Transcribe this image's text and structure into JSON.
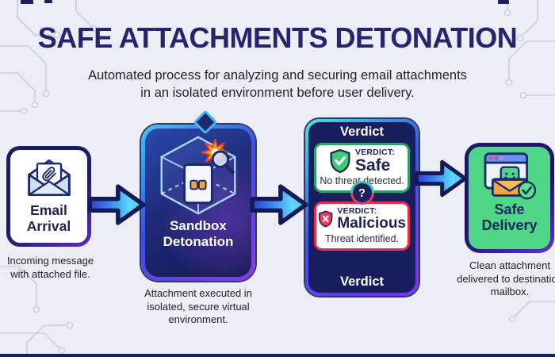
{
  "header": {
    "title": "SAFE ATTACHMENTS DETONATION",
    "subtitle_line1": "Automated process for analyzing and securing email attachments",
    "subtitle_line2": "in an isolated environment before user delivery."
  },
  "steps": {
    "email_arrival": {
      "icon": "envelope-paperclip-icon",
      "label_line1": "Email",
      "label_line2": "Arrival",
      "caption": "Incoming message with attached file."
    },
    "sandbox": {
      "icon": "sandbox-cube-icon",
      "label_line1": "Sandbox",
      "label_line2": "Detonation",
      "caption": "Attachment executed in isolated, secure virtual environment."
    },
    "verdict": {
      "header_top": "Verdict",
      "header_bottom": "Verdict",
      "divider_symbol": "?",
      "safe": {
        "icon": "shield-check-icon",
        "kicker": "VERDICT:",
        "label": "Safe",
        "description": "No threat detected."
      },
      "malicious": {
        "icon": "shield-x-icon",
        "kicker": "VERDICT:",
        "label": "Malicious",
        "description": "Threat identified."
      }
    },
    "safe_delivery": {
      "icon": "mail-delivered-icon",
      "label_line1": "Safe",
      "label_line2": "Delivery",
      "caption": "Clean attachment delivered to destination mailbox."
    }
  },
  "colors": {
    "background": "#eceef5",
    "navy": "#1b1f5e",
    "title_navy": "#26246e",
    "safe_green": "#3ecb78",
    "malicious_red": "#f43b5a",
    "delivery_card_green": "#4fd687",
    "arrow_cyan": "#5ed9fd",
    "arrow_blue": "#2b3ed2",
    "border_cyan": "#41c8f8",
    "border_purple": "#8a32e8"
  }
}
